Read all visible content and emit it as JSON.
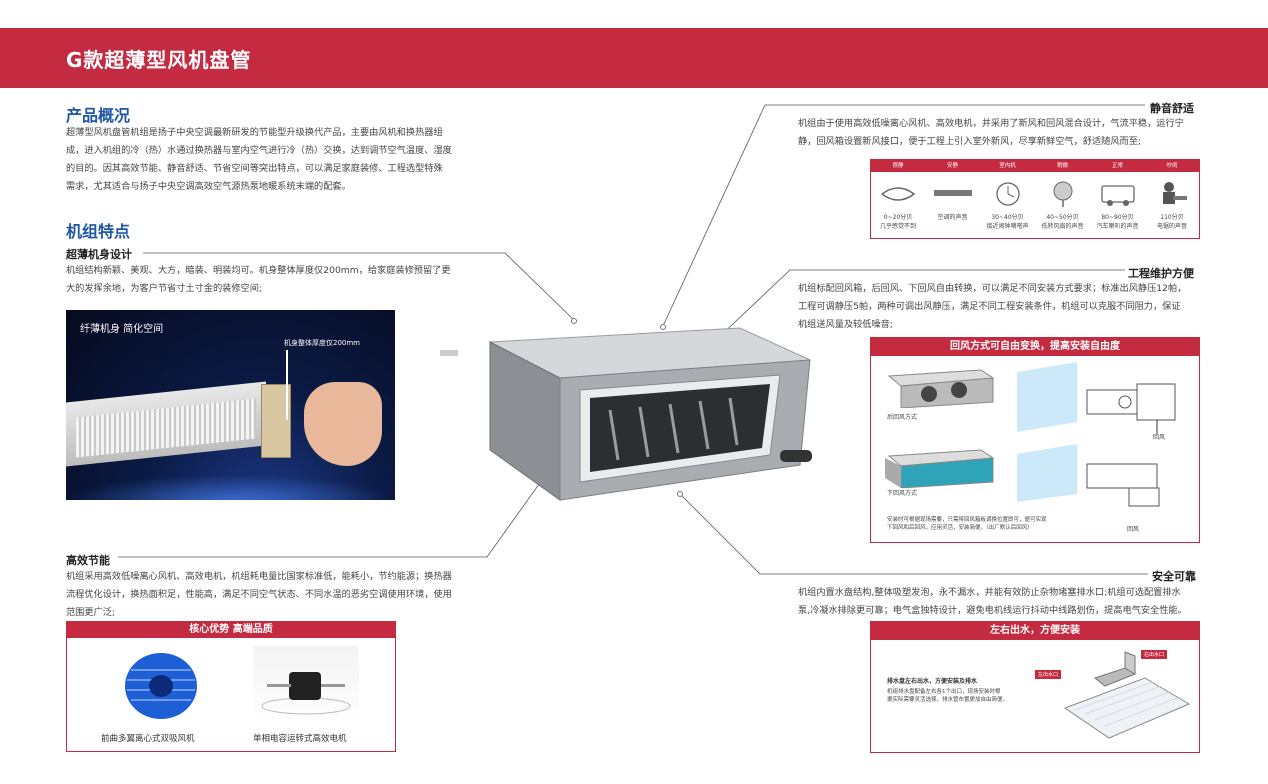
{
  "header": {
    "title": "G款超薄型风机盘管"
  },
  "overview": {
    "title": "产品概况",
    "lines": [
      "超薄型风机盘管机组是扬子中央空调最新研发的节能型升级换代产品，主要由风机和换热器组",
      "成，进入机组的冷（热）水通过换热器与室内空气进行冷（热）交换，达到调节空气温度、湿度",
      "的目的。因其高效节能、静音舒适、节省空间等突出特点，可以满足家庭装修、工程选型特殊",
      "需求，尤其适合与扬子中央空调高效空气源热泵地暖系统末端的配套。"
    ]
  },
  "features": {
    "title": "机组特点",
    "thin": {
      "title": "超薄机身设计",
      "lines": [
        "机组结构新颖、美观、大方，暗装、明装均可。机身整体厚度仅200mm，给家庭装修预留了更",
        "大的发挥余地，为客户节省寸土寸金的装修空间;"
      ],
      "photo_caption": "纤薄机身 简化空间",
      "photo_label": "机身整体厚度仅200mm"
    },
    "efficient": {
      "title": "高效节能",
      "lines": [
        "机组采用高效低噪离心风机、高效电机，机组耗电量比国家标准低，能耗小，节约能源；换热器",
        "流程优化设计，换热面积足，性能高，满足不同空气状态、不同水温的恶劣空调使用环境，使用",
        "范围更广泛;"
      ],
      "box_title": "核心优势 高端品质",
      "item1": "前曲多翼离心式双吸风机",
      "item2": "单相电容运转式高效电机"
    }
  },
  "quiet": {
    "title": "静音舒适",
    "lines": [
      "机组由于使用高效低噪离心风机、高效电机，并采用了新风和回风混合设计，气流平稳，运行宁",
      "静，回风箱设置新风接口，便于工程上引入室外新风，尽享新鲜空气，舒适随风而至;"
    ],
    "noise_headers": [
      "很静",
      "安静",
      "室内机",
      "稍微",
      "正常",
      "吵闹"
    ],
    "noise_labels": [
      [
        "0~20分贝",
        "几乎感觉不到"
      ],
      [
        "空调的声音",
        ""
      ],
      [
        "30~40分贝",
        "接近闹钟嘀嗒声"
      ],
      [
        "40~50分贝",
        "低转风扇的声音"
      ],
      [
        "80~90分贝",
        "汽车喇叭的声音"
      ],
      [
        "110分贝",
        "电锯的声音"
      ]
    ]
  },
  "maintenance": {
    "title": "工程维护方便",
    "lines": [
      "机组标配回风箱，后回风、下回风自由转换，可以满足不同安装方式要求；标准出风静压12帕，",
      "工程可调静压5帕，两种可调出风静压，满足不同工程安装条件，机组可以克服不同阻力，保证",
      "机组送风量及较低噪音;"
    ],
    "box_title": "回风方式可自由变换，提高安装自由度",
    "rear_label": "后回风方式",
    "bottom_label": "下回风方式",
    "return_air_1": "回风",
    "return_air_2": "回风",
    "note_lines": [
      "安装时可根据现场需要，只需将回风箱板调换位置即可，便可实现",
      "下回风和后回风，应用灵活，安装简便。（出厂默认后回风）"
    ]
  },
  "safety": {
    "title": "安全可靠",
    "lines": [
      "机组内置水盘结构,整体吸塑发泡，永不漏水，并能有效防止杂物堵塞排水口;机组可选配置排水",
      "泵,冷凝水排除更可靠；电气盒独特设计，避免电机线运行抖动中线路划伤，提高电气安全性能。"
    ],
    "box_title": "左右出水，方便安装",
    "drain_title": "排水盘左右出水，方便安装及排水",
    "drain_lines": [
      "机组排水盘配备左右各1个出口，现场安装时根",
      "据实际需要灵活选择，排水管布置更加自由简便。"
    ],
    "tag_right": "右出水口",
    "tag_left": "左出水口"
  },
  "colors": {
    "brand_red": "#c42a40",
    "title_blue": "#1f57a6"
  }
}
